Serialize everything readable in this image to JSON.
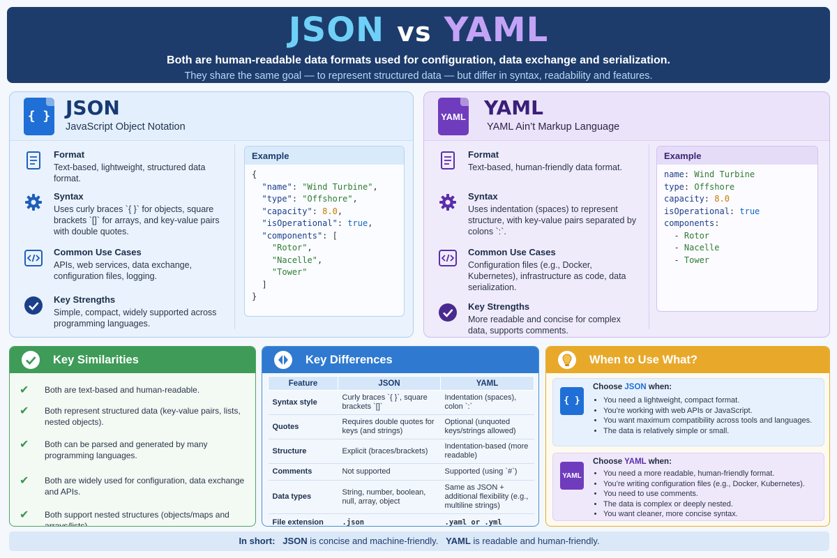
{
  "header": {
    "title_json": "JSON",
    "title_vs": "vs",
    "title_yaml": "YAML",
    "subtitle1": "Both are human-readable data formats used for configuration, data exchange and serialization.",
    "subtitle2": "They share the same goal — to represent structured data — but differ in syntax, readability and features."
  },
  "json_panel": {
    "icon_text": "{ }",
    "title": "JSON",
    "subtitle": "JavaScript Object Notation",
    "features": [
      {
        "name": "Format",
        "desc": "Text-based, lightweight, structured data format."
      },
      {
        "name": "Syntax",
        "desc": "Uses curly braces `{ }` for objects, square brackets `[]` for arrays, and key-value pairs with double quotes."
      },
      {
        "name": "Common Use Cases",
        "desc": "APIs, web services, data exchange, configuration files, logging."
      },
      {
        "name": "Key Strengths",
        "desc": "Simple, compact, widely supported across programming languages."
      }
    ],
    "example_title": "Example"
  },
  "yaml_panel": {
    "icon_text": "YAML",
    "title": "YAML",
    "subtitle": "YAML Ain’t Markup Language",
    "features": [
      {
        "name": "Format",
        "desc": "Text-based, human-friendly data format."
      },
      {
        "name": "Syntax",
        "desc": "Uses indentation (spaces) to represent structure, with key-value pairs separated by colons `:`."
      },
      {
        "name": "Common Use Cases",
        "desc": "Configuration files (e.g., Docker, Kubernetes), infrastructure as code, data serialization."
      },
      {
        "name": "Key Strengths",
        "desc": "More readable and concise for complex data, supports comments."
      }
    ],
    "example_title": "Example"
  },
  "example": {
    "keys": {
      "name": "name",
      "type": "type",
      "capacity": "capacity",
      "isOperational": "isOperational",
      "components": "components"
    },
    "values": {
      "name": "Wind Turbine",
      "type": "Offshore",
      "capacity": "8.0",
      "isOperational": "true"
    },
    "components": [
      "Rotor",
      "Nacelle",
      "Tower"
    ]
  },
  "similarities": {
    "title": "Key Similarities",
    "items": [
      "Both are text-based and human-readable.",
      "Both represent structured data (key-value pairs, lists, nested objects).",
      "Both can be parsed and generated by many programming languages.",
      "Both are widely used for configuration, data exchange and APIs.",
      "Both support nested structures (objects/maps and arrays/lists)."
    ]
  },
  "differences": {
    "title": "Key Differences",
    "headers": [
      "Feature",
      "JSON",
      "YAML"
    ],
    "rows": [
      [
        "Syntax style",
        "Curly braces `{ }`, square brackets `[]`",
        "Indentation (spaces), colon `:`"
      ],
      [
        "Quotes",
        "Requires double quotes for keys (and strings)",
        "Optional (unquoted keys/strings allowed)"
      ],
      [
        "Structure",
        "Explicit (braces/brackets)",
        "Indentation-based (more readable)"
      ],
      [
        "Comments",
        "Not supported",
        "Supported (using `#`)"
      ],
      [
        "Data types",
        "String, number, boolean, null, array, object",
        "Same as JSON + additional flexibility (e.g., multiline strings)"
      ],
      [
        "File extension",
        ".json",
        ".yaml or .yml"
      ]
    ]
  },
  "when": {
    "title": "When to Use What?",
    "json_choose_prefix": "Choose ",
    "json_choose_name": "JSON",
    "json_choose_suffix": " when:",
    "json_items": [
      "You need a lightweight, compact format.",
      "You’re working with web APIs or JavaScript.",
      "You want maximum compatibility across tools and languages.",
      "The data is relatively simple or small."
    ],
    "yaml_choose_prefix": "Choose ",
    "yaml_choose_name": "YAML",
    "yaml_choose_suffix": " when:",
    "yaml_items": [
      "You need a more readable, human-friendly format.",
      "You’re writing configuration files (e.g., Docker, Kubernetes).",
      "You need to use comments.",
      "The data is complex or deeply nested.",
      "You want cleaner, more concise syntax."
    ]
  },
  "footer": {
    "label": "In short:",
    "json_word": "JSON",
    "json_rest": " is concise and machine-friendly.",
    "yaml_word": "YAML",
    "yaml_rest": " is readable and human-friendly."
  },
  "colors": {
    "header_bg": "#1d3c6c",
    "json_accent": "#1f6fd6",
    "yaml_accent": "#6f3cbd",
    "similar_green": "#3e9b58",
    "diff_blue": "#2f7ad0",
    "when_orange": "#e8a92a"
  },
  "icons": [
    "file-braces-icon",
    "yaml-file-icon",
    "document-icon",
    "gear-icon",
    "code-icon",
    "check-circle-icon",
    "compare-icon",
    "lightbulb-icon",
    "check-icon"
  ]
}
